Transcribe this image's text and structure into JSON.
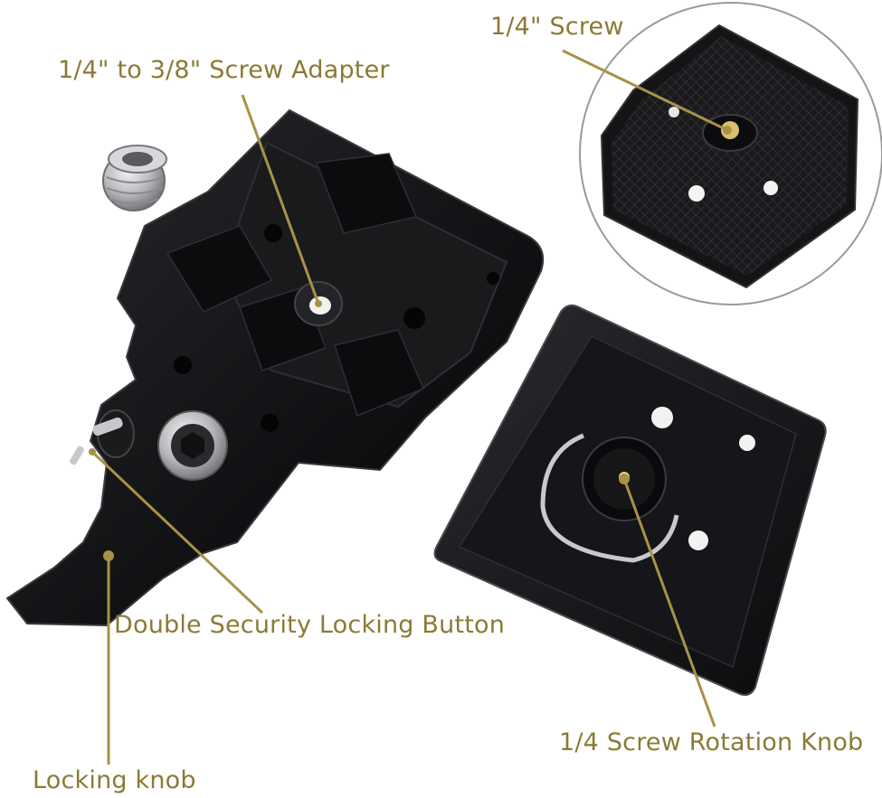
{
  "colors": {
    "label_text": "#8C7A35",
    "leader_line": "#A89247",
    "plate_black": "#121214",
    "plate_dark": "#1c1c1f",
    "plate_edge": "#3a3a3e",
    "metal": "#b8b8bc",
    "background": "#ffffff",
    "inset_border": "#9a9a9a"
  },
  "labels": {
    "adapter": "1/4\" to 3/8\" Screw Adapter",
    "screw": "1/4\" Screw",
    "double_lock": "Double Security Locking Button",
    "rotation_knob": "1/4 Screw Rotation Knob",
    "locking_knob": "Locking knob"
  },
  "parts": {
    "adapter": "screw-adapter",
    "clamp": "quick-release-clamp",
    "plate": "quick-release-plate",
    "inset": "inset-plate-closeup"
  }
}
